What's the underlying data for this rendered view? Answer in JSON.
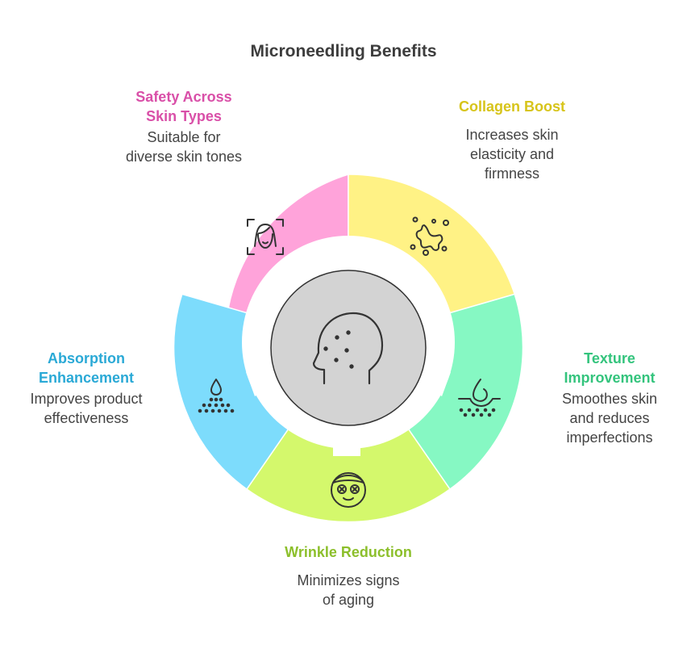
{
  "title": "Microneedling Benefits",
  "colors": {
    "pink_fill": "#ffa3da",
    "yellow_fill": "#fff285",
    "green_fill": "#86f8c3",
    "lime_fill": "#d4f86c",
    "blue_fill": "#7ddcfc",
    "hub_fill": "#d3d3d3",
    "ring_fill": "#ffffff",
    "outline": "#333333",
    "pink_text": "#d94fa8",
    "yellow_text": "#d7c41a",
    "green_text": "#34c47d",
    "lime_text": "#8cbf2b",
    "blue_text": "#2aa9d6"
  },
  "center": {
    "icon": "head-dots-icon"
  },
  "segments": [
    {
      "id": "safety",
      "title_lines": [
        "Safety Across",
        "Skin Types"
      ],
      "desc_lines": [
        "Suitable for",
        "diverse skin tones"
      ],
      "icon": "woman-face-icon",
      "fill": "#ffa3da",
      "text_color": "#d94fa8"
    },
    {
      "id": "collagen",
      "title_lines": [
        "Collagen Boost"
      ],
      "desc_lines": [
        "Increases skin",
        "elasticity and",
        "firmness"
      ],
      "icon": "splash-icon",
      "fill": "#fff285",
      "text_color": "#d7c41a"
    },
    {
      "id": "texture",
      "title_lines": [
        "Texture",
        "Improvement"
      ],
      "desc_lines": [
        "Smoothes skin",
        "and reduces",
        "imperfections"
      ],
      "icon": "skin-drop-icon",
      "fill": "#86f8c3",
      "text_color": "#34c47d"
    },
    {
      "id": "wrinkle",
      "title_lines": [
        "Wrinkle Reduction"
      ],
      "desc_lines": [
        "Minimizes signs",
        "of aging"
      ],
      "icon": "face-mask-icon",
      "fill": "#d4f86c",
      "text_color": "#8cbf2b"
    },
    {
      "id": "absorption",
      "title_lines": [
        "Absorption",
        "Enhancement"
      ],
      "desc_lines": [
        "Improves product",
        "effectiveness"
      ],
      "icon": "droplet-dots-icon",
      "fill": "#7ddcfc",
      "text_color": "#2aa9d6"
    }
  ]
}
